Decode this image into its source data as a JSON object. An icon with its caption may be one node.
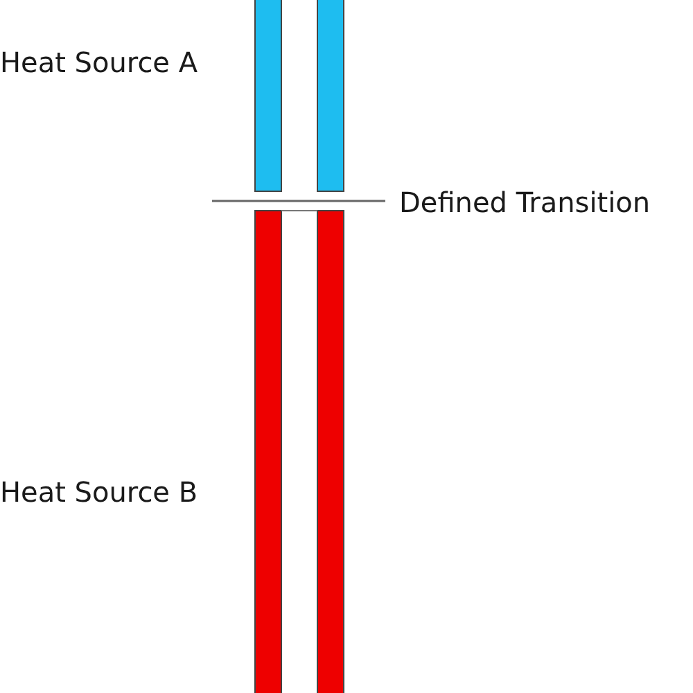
{
  "diagram": {
    "labels": [
      "Heat Source A",
      "Defined Transition",
      "Heat Source B"
    ]
  }
}
